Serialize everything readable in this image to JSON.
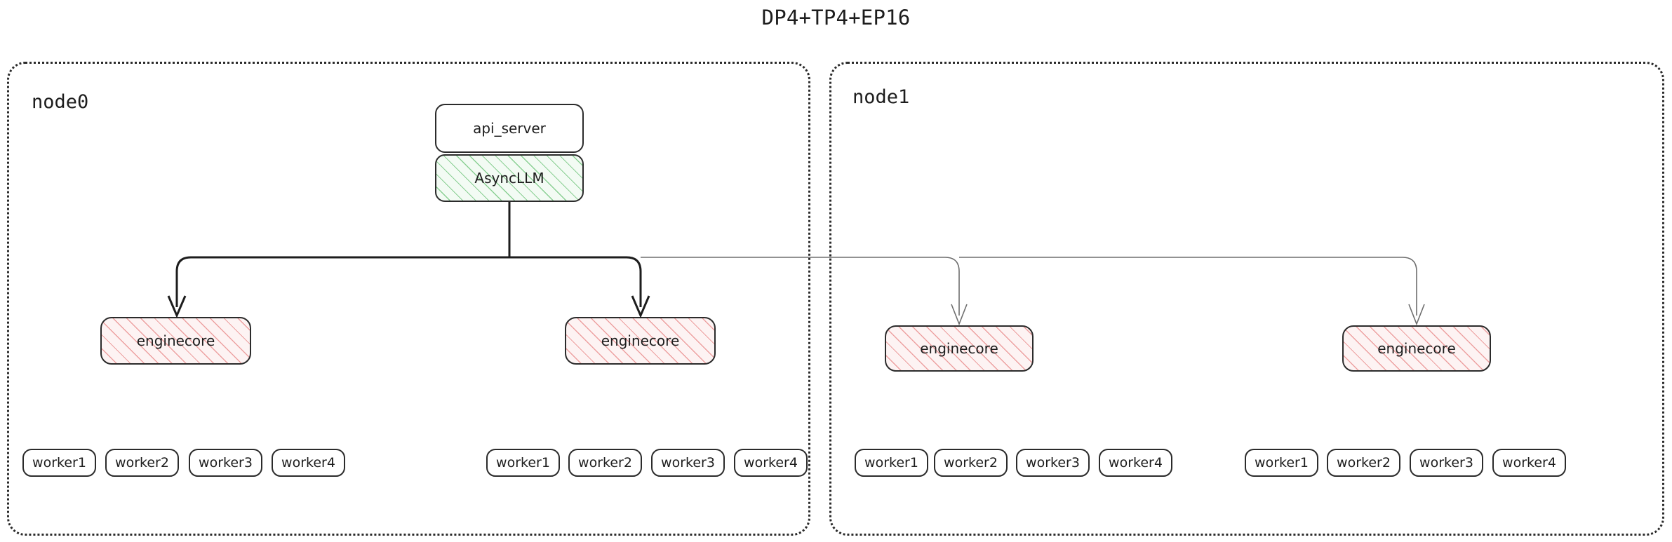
{
  "title": "DP4+TP4+EP16",
  "nodes": [
    {
      "label": "node0",
      "blocks": [
        {
          "name": "api_server",
          "label": "api_server"
        },
        {
          "name": "AsyncLLM",
          "label": "AsyncLLM"
        }
      ],
      "enginecores": [
        {
          "label": "enginecore"
        },
        {
          "label": "enginecore"
        }
      ],
      "worker_groups": [
        {
          "workers": [
            "worker1",
            "worker2",
            "worker3",
            "worker4"
          ]
        },
        {
          "workers": [
            "worker1",
            "worker2",
            "worker3",
            "worker4"
          ]
        }
      ]
    },
    {
      "label": "node1",
      "blocks": [],
      "enginecores": [
        {
          "label": "enginecore"
        },
        {
          "label": "enginecore"
        }
      ],
      "worker_groups": [
        {
          "workers": [
            "worker1",
            "worker2",
            "worker3",
            "worker4"
          ]
        },
        {
          "workers": [
            "worker1",
            "worker2",
            "worker3",
            "worker4"
          ]
        }
      ]
    }
  ],
  "colors": {
    "stroke_dark": "#1d1d1d",
    "stroke_light": "#6e6e6e",
    "asyncllm_hatch": "#78c882",
    "enginecore_hatch": "#e98c8c",
    "background": "#ffffff"
  }
}
